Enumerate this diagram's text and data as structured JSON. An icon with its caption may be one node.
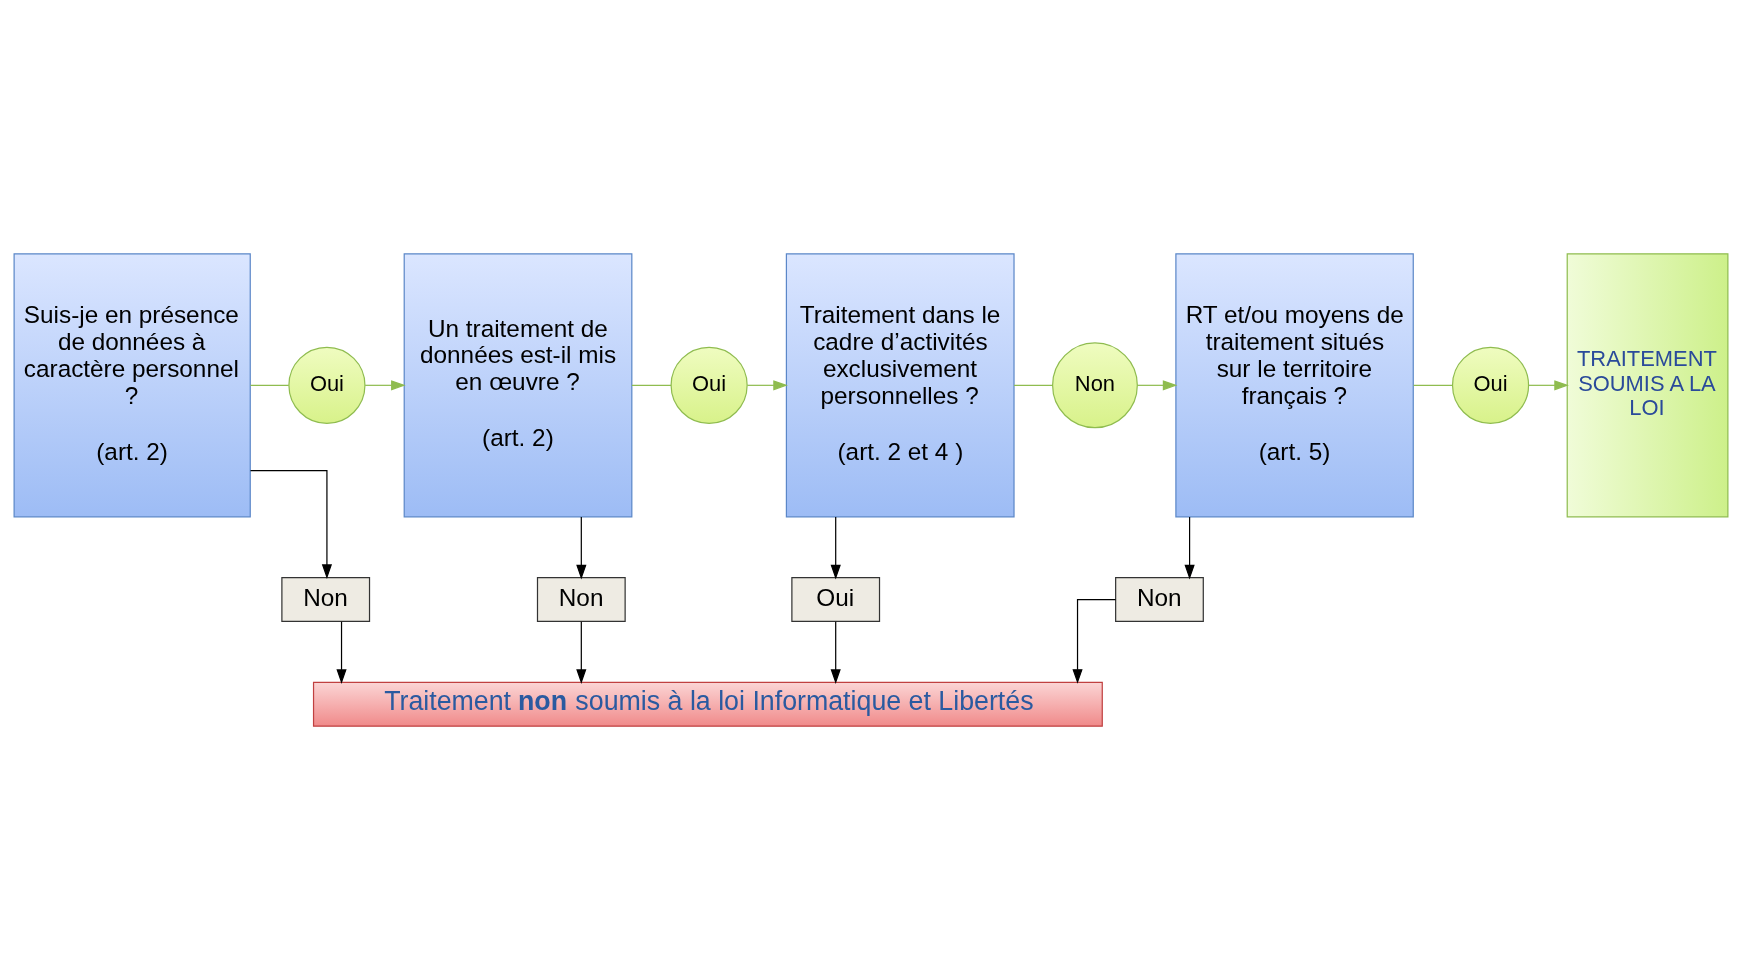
{
  "diagram": {
    "nodes": [
      {
        "text": [
          "Suis-je en présence de données à caractère personnel ?",
          "(art. 2)"
        ]
      },
      {
        "text": [
          "Non"
        ]
      },
      {
        "text": [
          "Oui"
        ]
      },
      {
        "text": [
          "Un traitement de données est-il mis en œuvre ?",
          "(art. 2)"
        ]
      },
      {
        "text": [
          "Non"
        ]
      },
      {
        "text": [
          "Oui"
        ]
      },
      {
        "text": [
          "Traitement dans le cadre d’activités exclusivement personnelles ?",
          "(art. 2 et 4 )"
        ]
      },
      {
        "text": [
          "Oui"
        ]
      },
      {
        "text": [
          "Non"
        ]
      },
      {
        "text": [
          "RT et/ou moyens de traitement situés sur le territoire français ?",
          "(art. 5)"
        ]
      },
      {
        "text": [
          "Non"
        ]
      },
      {
        "text": [
          "Oui"
        ]
      },
      {
        "text": [
          "TRAITEMENT SOUMIS A LA LOI"
        ]
      },
      {
        "text": [
          "Traitement **non** soumis à la loi Informatique et Libertés"
        ]
      }
    ],
    "edges": [
      {
        "from": 0,
        "to": 2,
        "arrow": "none",
        "color": "#8fbc4f"
      },
      {
        "from": 2,
        "to": 3,
        "arrow": "to",
        "color": "#8fbc4f"
      },
      {
        "from": 3,
        "to": 5,
        "arrow": "none",
        "color": "#8fbc4f"
      },
      {
        "from": 5,
        "to": 6,
        "arrow": "to",
        "color": "#8fbc4f"
      },
      {
        "from": 6,
        "to": 8,
        "arrow": "none",
        "color": "#8fbc4f"
      },
      {
        "from": 8,
        "to": 9,
        "arrow": "to",
        "color": "#8fbc4f"
      },
      {
        "from": 9,
        "to": 11,
        "arrow": "none",
        "color": "#8fbc4f"
      },
      {
        "from": 11,
        "to": 12,
        "arrow": "to",
        "color": "#8fbc4f"
      },
      {
        "from": 0,
        "to": 1,
        "arrow": "to",
        "color": "#000000"
      },
      {
        "from": 3,
        "to": 4,
        "arrow": "to",
        "color": "#000000"
      },
      {
        "from": 6,
        "to": 7,
        "arrow": "to",
        "color": "#000000"
      },
      {
        "from": 9,
        "to": 10,
        "arrow": "to",
        "color": "#000000"
      },
      {
        "from": 1,
        "to": 13,
        "arrow": "to",
        "color": "#000000"
      },
      {
        "from": 4,
        "to": 13,
        "arrow": "to",
        "color": "#000000"
      },
      {
        "from": 7,
        "to": 13,
        "arrow": "to",
        "color": "#000000"
      },
      {
        "from": 10,
        "to": 13,
        "arrow": "to",
        "color": "#000000"
      }
    ]
  }
}
